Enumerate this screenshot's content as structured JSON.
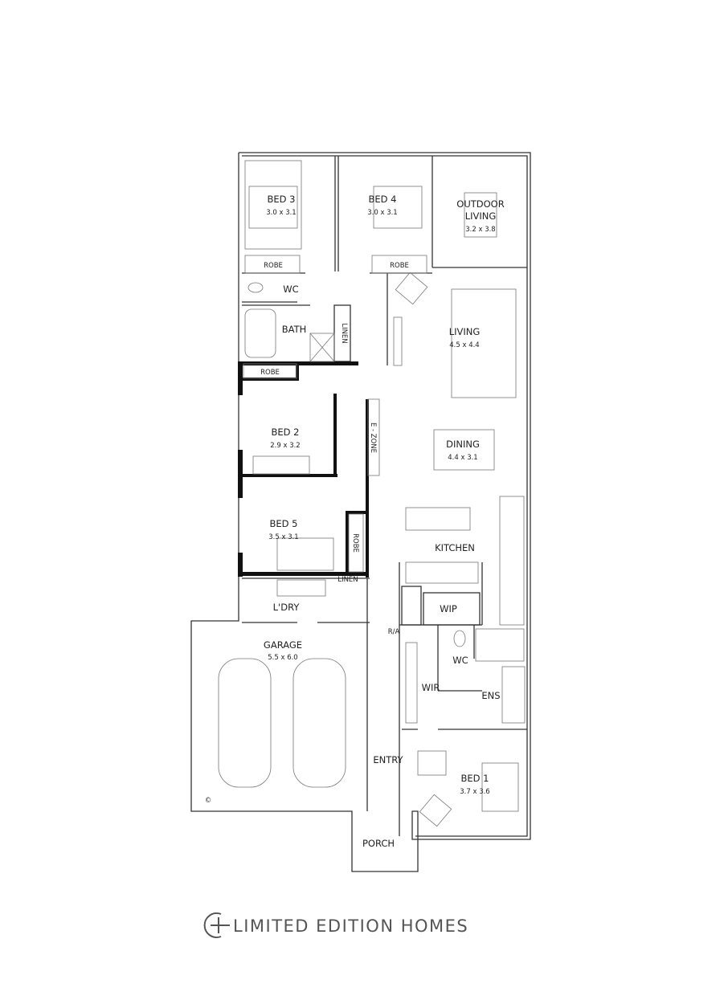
{
  "rooms": {
    "bed3": {
      "name": "BED 3",
      "size": "3.0 x 3.1"
    },
    "bed4": {
      "name": "BED 4",
      "size": "3.0 x 3.1"
    },
    "outdoor": {
      "name1": "OUTDOOR",
      "name2": "LIVING",
      "size": "3.2 x 3.8"
    },
    "robe3": "ROBE",
    "robe4": "ROBE",
    "robe2": "ROBE",
    "robe5": "ROBE",
    "wc": "WC",
    "bath": "BATH",
    "linen1": "LINEN",
    "living": {
      "name": "LIVING",
      "size": "4.5 x 4.4"
    },
    "bed2": {
      "name": "BED 2",
      "size": "2.9 x 3.2"
    },
    "ezone": "E - ZONE",
    "dining": {
      "name": "DINING",
      "size": "4.4 x 3.1"
    },
    "bed5": {
      "name": "BED 5",
      "size": "3.5 x 3.1"
    },
    "kitchen": "KITCHEN",
    "linen2": "LINEN",
    "ldry": "L'DRY",
    "wip": "WIP",
    "garage": {
      "name": "GARAGE",
      "size": "5.5 x 6.0"
    },
    "ra": "R/A",
    "wc2": "WC",
    "wir": "WIR",
    "ens": "ENS",
    "entry": "ENTRY",
    "bed1": {
      "name": "BED 1",
      "size": "3.7 x 3.6"
    },
    "porch": "PORCH"
  },
  "copyright_mark": "©",
  "logo": {
    "text": "LIMITED EDITION HOMES",
    "color": "#555555"
  }
}
